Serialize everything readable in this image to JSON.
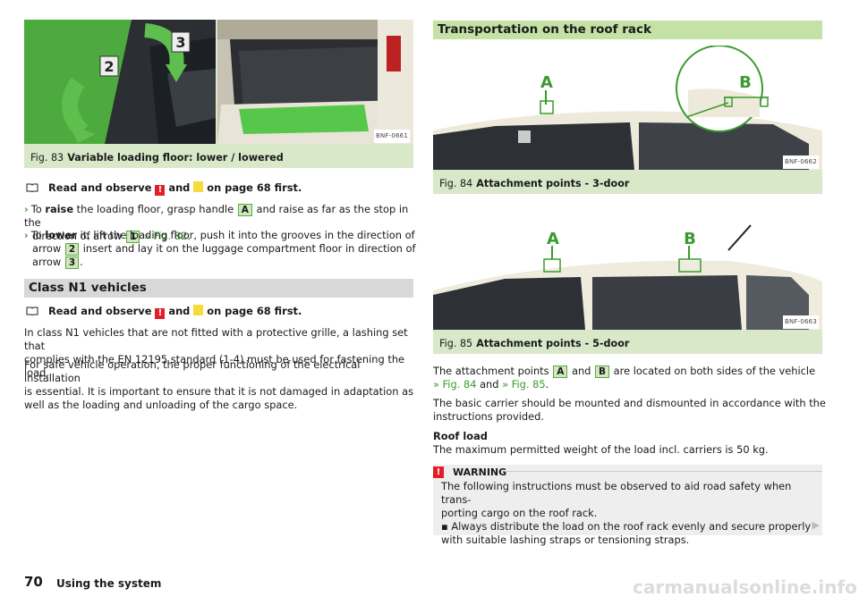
{
  "left": {
    "fig83": {
      "label": "Fig. 83",
      "title": "Variable loading floor: lower / lowered",
      "code": "BNF-0661",
      "callout_2": "2",
      "callout_3": "3"
    },
    "read1": {
      "prefix": "Read and observe",
      "and": "and",
      "suffix": "on page 68 first."
    },
    "steps": {
      "raise_a": "To",
      "raise_word": "raise",
      "raise_b": "the loading floor, grasp handle",
      "raise_key": "A",
      "raise_c": "and raise as far as the stop in the",
      "raise_d": "direction of arrow",
      "raise_key2": "1",
      "raise_link": "» Fig. 82",
      "raise_end": ".",
      "lower_a": "To",
      "lower_word": "lower",
      "lower_b": "it, lift the loading floor, push it into the grooves in the direction of",
      "lower_c": "arrow",
      "lower_key": "2",
      "lower_d": "insert and lay it on the luggage compartment floor in direction of",
      "lower_e": "arrow",
      "lower_key2": "3",
      "lower_end": "."
    },
    "n1_heading": "Class N1 vehicles",
    "read2": {
      "prefix": "Read and observe",
      "and": "and",
      "suffix": "on page 68 first."
    },
    "p1_l1": "In class N1 vehicles that are not fitted with a protective grille, a lashing set that",
    "p1_l2": "complies with the EN 12195 standard (1-4) must be used for fastening the load.",
    "p2_l1": "For safe vehicle operation, the proper functioning of the electrical installation",
    "p2_l2": "is essential. It is important to ensure that it is not damaged in adaptation as",
    "p2_l3": "well as the loading and unloading of the cargo space."
  },
  "right": {
    "heading": "Transportation on the roof rack",
    "fig84": {
      "label": "Fig. 84",
      "title": "Attachment points - 3-door",
      "code": "BNF-0662",
      "marker_a": "A",
      "marker_b": "B"
    },
    "fig85": {
      "label": "Fig. 85",
      "title": "Attachment points - 5-door",
      "code": "BNF-0663",
      "marker_a": "A",
      "marker_b": "B"
    },
    "att": {
      "a": "The attachment points",
      "key_a": "A",
      "and": "and",
      "key_b": "B",
      "b": "are located on both sides of the vehicle",
      "link1": "» Fig. 84",
      "and2": "and",
      "link2": "» Fig. 85",
      "end": "."
    },
    "basic_l1": "The basic carrier should be mounted and dismounted in accordance with the",
    "basic_l2": "instructions provided.",
    "roof_load_title": "Roof load",
    "roof_load_text": "The maximum permitted weight of the load incl. carriers is 50 kg.",
    "warning": {
      "title": "WARNING",
      "l1": "The following instructions must be observed to aid road safety when trans-",
      "l2": "porting cargo on the roof rack.",
      "l3": "▪ Always distribute the load on the roof rack evenly and secure properly",
      "l4": "with suitable lashing straps or tensioning straps."
    }
  },
  "footer": {
    "page_number": "70",
    "section": "Using the system"
  },
  "watermark": "carmanualsonline.info"
}
